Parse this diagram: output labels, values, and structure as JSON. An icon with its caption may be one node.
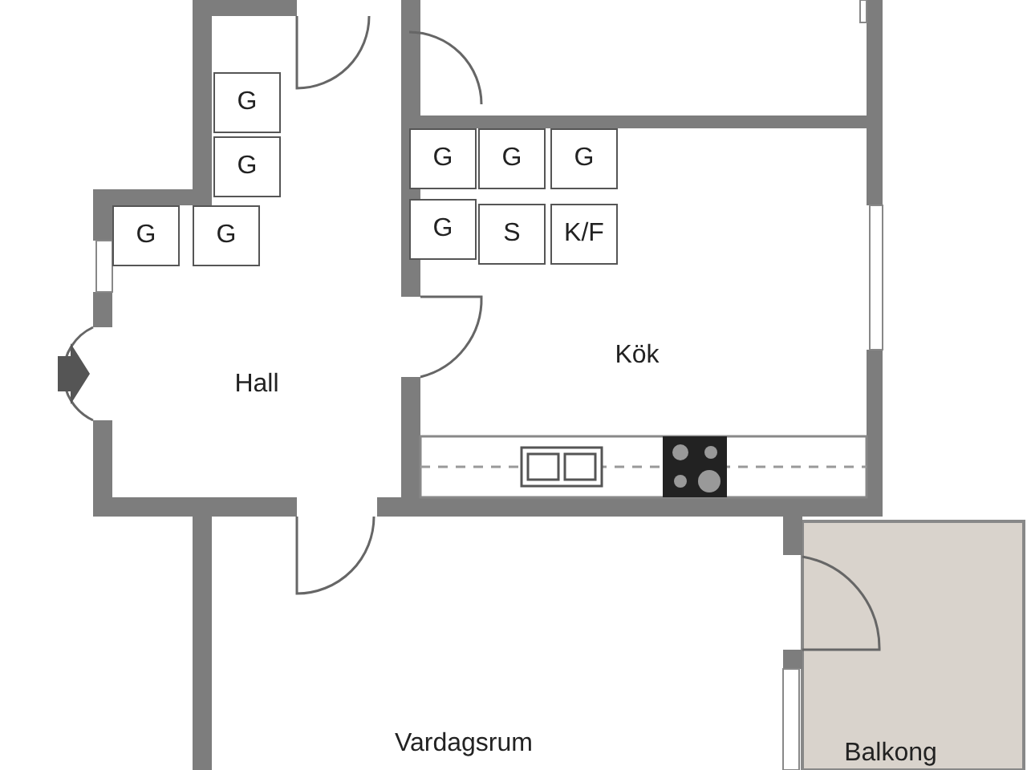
{
  "diagram": {
    "nodes": [
      {
        "text": [
          "Hall"
        ]
      },
      {
        "text": [
          "G"
        ],
        "in": 0
      },
      {
        "text": [
          "G"
        ],
        "in": 0
      },
      {
        "text": [
          "G"
        ],
        "in": 0
      },
      {
        "text": [
          "G"
        ],
        "in": 0
      },
      {
        "text": [
          "Kök"
        ]
      },
      {
        "text": [
          "G"
        ],
        "in": 5
      },
      {
        "text": [
          "G"
        ],
        "in": 5
      },
      {
        "text": [
          "G"
        ],
        "in": 5
      },
      {
        "text": [
          "G"
        ],
        "in": 5
      },
      {
        "text": [
          "S"
        ],
        "in": 5
      },
      {
        "text": [
          "K/F"
        ],
        "in": 5
      },
      {
        "text": [
          "Vardagsrum"
        ]
      },
      {
        "text": [
          "Balkong"
        ]
      }
    ]
  }
}
